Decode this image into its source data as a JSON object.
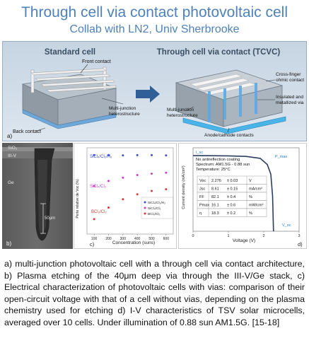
{
  "header": {
    "title": "Through cell via contact photovoltaic cell",
    "subtitle": "Collab with LN2, Univ Sherbrooke"
  },
  "panel_a": {
    "left_title": "Standard cell",
    "right_title": "Through cell via contact  (TCVC)",
    "front_contact": "Front contact",
    "multi_junction": "Multi-junction heterostructure",
    "back_contact": "Back contact",
    "cross_finger": "Cross-finger ohmic contact",
    "multi_junction_r": "Multi-junction heterostructure",
    "insulated": "Insulated and metallized via",
    "anode_cathode": "Anode/cathode contacts",
    "label": "a)"
  },
  "panel_b": {
    "sio2": "SiO₂",
    "iiiv": "III-V",
    "ge": "Ge",
    "scale": "50μm",
    "label": "b)"
  },
  "chart_data": [
    {
      "type": "scatter",
      "title": "",
      "xlabel": "Concentration (suns)",
      "ylabel": "Perte relative de Voc (%)",
      "x": [
        100,
        200,
        300,
        400,
        500,
        600
      ],
      "xlim": [
        50,
        650
      ],
      "ylim": [
        -2.4,
        0.2
      ],
      "series": [
        {
          "name": "SiCl₄/Cl₂/H₂",
          "color": "#3a4fd8",
          "values": [
            -0.02,
            -0.02,
            -0.03,
            -0.02,
            -0.02,
            -0.03
          ]
        },
        {
          "name": "SiCl₄/Cl₂",
          "color": "#d43ac8",
          "values": [
            -0.95,
            -0.8,
            -0.7,
            -0.62,
            -0.58,
            -0.55
          ]
        },
        {
          "name": "BCl₃/Cl₂",
          "color": "#d83a3a",
          "values": [
            -1.95,
            -1.6,
            -1.35,
            -1.2,
            -1.1,
            -1.05
          ]
        }
      ],
      "annotations": [
        "SiCl₄/Cl₂/H₂",
        "SiCl₄/Cl₂",
        "BCl₃/Cl₂"
      ],
      "xticks": [
        "100",
        "200",
        "300",
        "400",
        "500",
        "600"
      ],
      "label": "c)"
    },
    {
      "type": "line",
      "title": "",
      "xlabel": "Voltage (V)",
      "ylabel": "Current density (mA/cm²)",
      "xlim": [
        0,
        3
      ],
      "ylim": [
        0,
        9.5
      ],
      "xticks": [
        "0",
        "1",
        "2",
        "3"
      ],
      "series": [
        {
          "name": "",
          "x": [
            0,
            0.5,
            1.0,
            1.5,
            1.9,
            2.1,
            2.2,
            2.25,
            2.276
          ],
          "values": [
            8.61,
            8.6,
            8.58,
            8.52,
            8.3,
            7.6,
            6.5,
            4.0,
            0
          ]
        }
      ],
      "markers": {
        "isc": "I_sc",
        "pmax": "P_max",
        "voc": "V_oc"
      },
      "conditions": {
        "line1": "No antireflection coating",
        "line2": "Spectrum: AM1.5G - 0.88 sun",
        "line3": "Temperature: 25°C"
      },
      "table": [
        {
          "param": "Voc",
          "value": "2.276",
          "err": "± 0.03",
          "unit": "V"
        },
        {
          "param": "Jsc",
          "value": "8.61",
          "err": "± 0.15",
          "unit": "mA/cm²"
        },
        {
          "param": "FF",
          "value": "82.1",
          "err": "± 0.4",
          "unit": "%"
        },
        {
          "param": "Pmax",
          "value": "16.1",
          "err": "± 0.6",
          "unit": "mW/cm²"
        },
        {
          "param": "η",
          "value": "18.3",
          "err": "± 0.2",
          "unit": "%"
        }
      ],
      "label": "d)"
    }
  ],
  "caption": "a) multi-junction photovoltaic cell with a through cell via contact architecture, b) Plasma etching of the 40μm deep via through the III-V/Ge stack, c) Electrical characterization of photovoltaic cells with vias: comparison of their open-circuit voltage with that of a cell without vias, depending on the plasma chemistry used for etching d) I-V characteristics of TSV solar microcells, averaged over 10 cells. Under illumination of 0.88 sun AM1.5G. [15-18]"
}
